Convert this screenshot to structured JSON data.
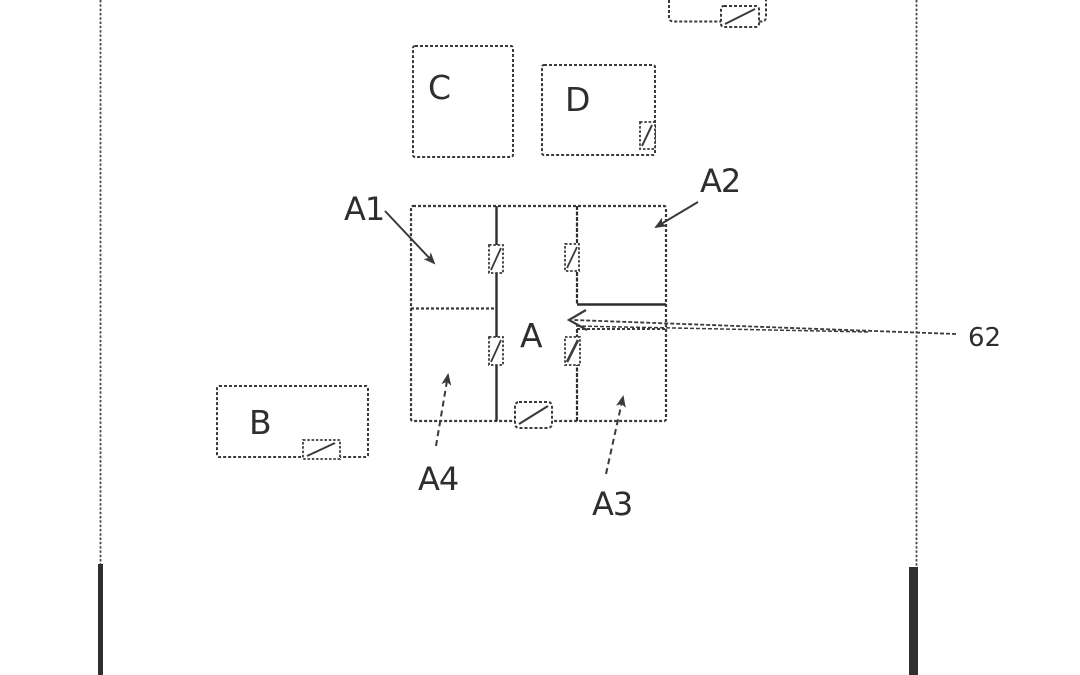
{
  "page": {
    "background": "#ffffff",
    "ink_color": "#3a3a3a",
    "boundary_bar_color": "#2f2f2f"
  },
  "diagram": {
    "type": "patent-style floor plan / site plan, scanned line drawing",
    "main_unit": {
      "label": "A",
      "zones": [
        {
          "label": "A1"
        },
        {
          "label": "A2"
        },
        {
          "label": "A3"
        },
        {
          "label": "A4"
        }
      ]
    },
    "buildings": [
      {
        "label": "B"
      },
      {
        "label": "C"
      },
      {
        "label": "D"
      }
    ],
    "reference": {
      "label": "62"
    },
    "icons": {
      "door_symbol": "hatched-rectangle-with-diagonal"
    }
  }
}
